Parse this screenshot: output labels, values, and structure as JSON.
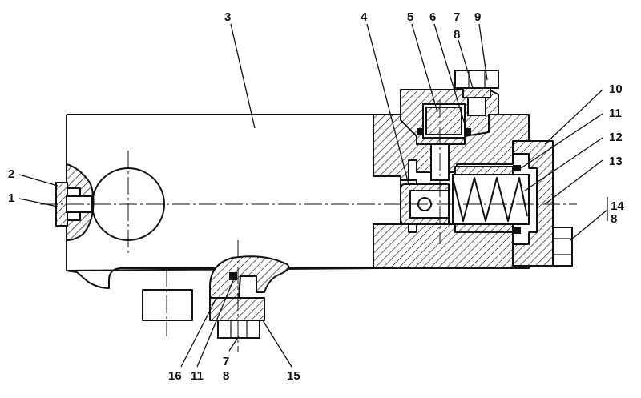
{
  "labels": {
    "l1": "1",
    "l2": "2",
    "l3": "3",
    "l4": "4",
    "l5": "5",
    "l6": "6",
    "l7a": "7",
    "l8a": "8",
    "l9": "9",
    "l10": "10",
    "l11a": "11",
    "l12": "12",
    "l13": "13",
    "l14": "14",
    "l8b": "8",
    "l16": "16",
    "l11b": "11",
    "l7b": "7",
    "l8c": "8",
    "l15": "15"
  }
}
